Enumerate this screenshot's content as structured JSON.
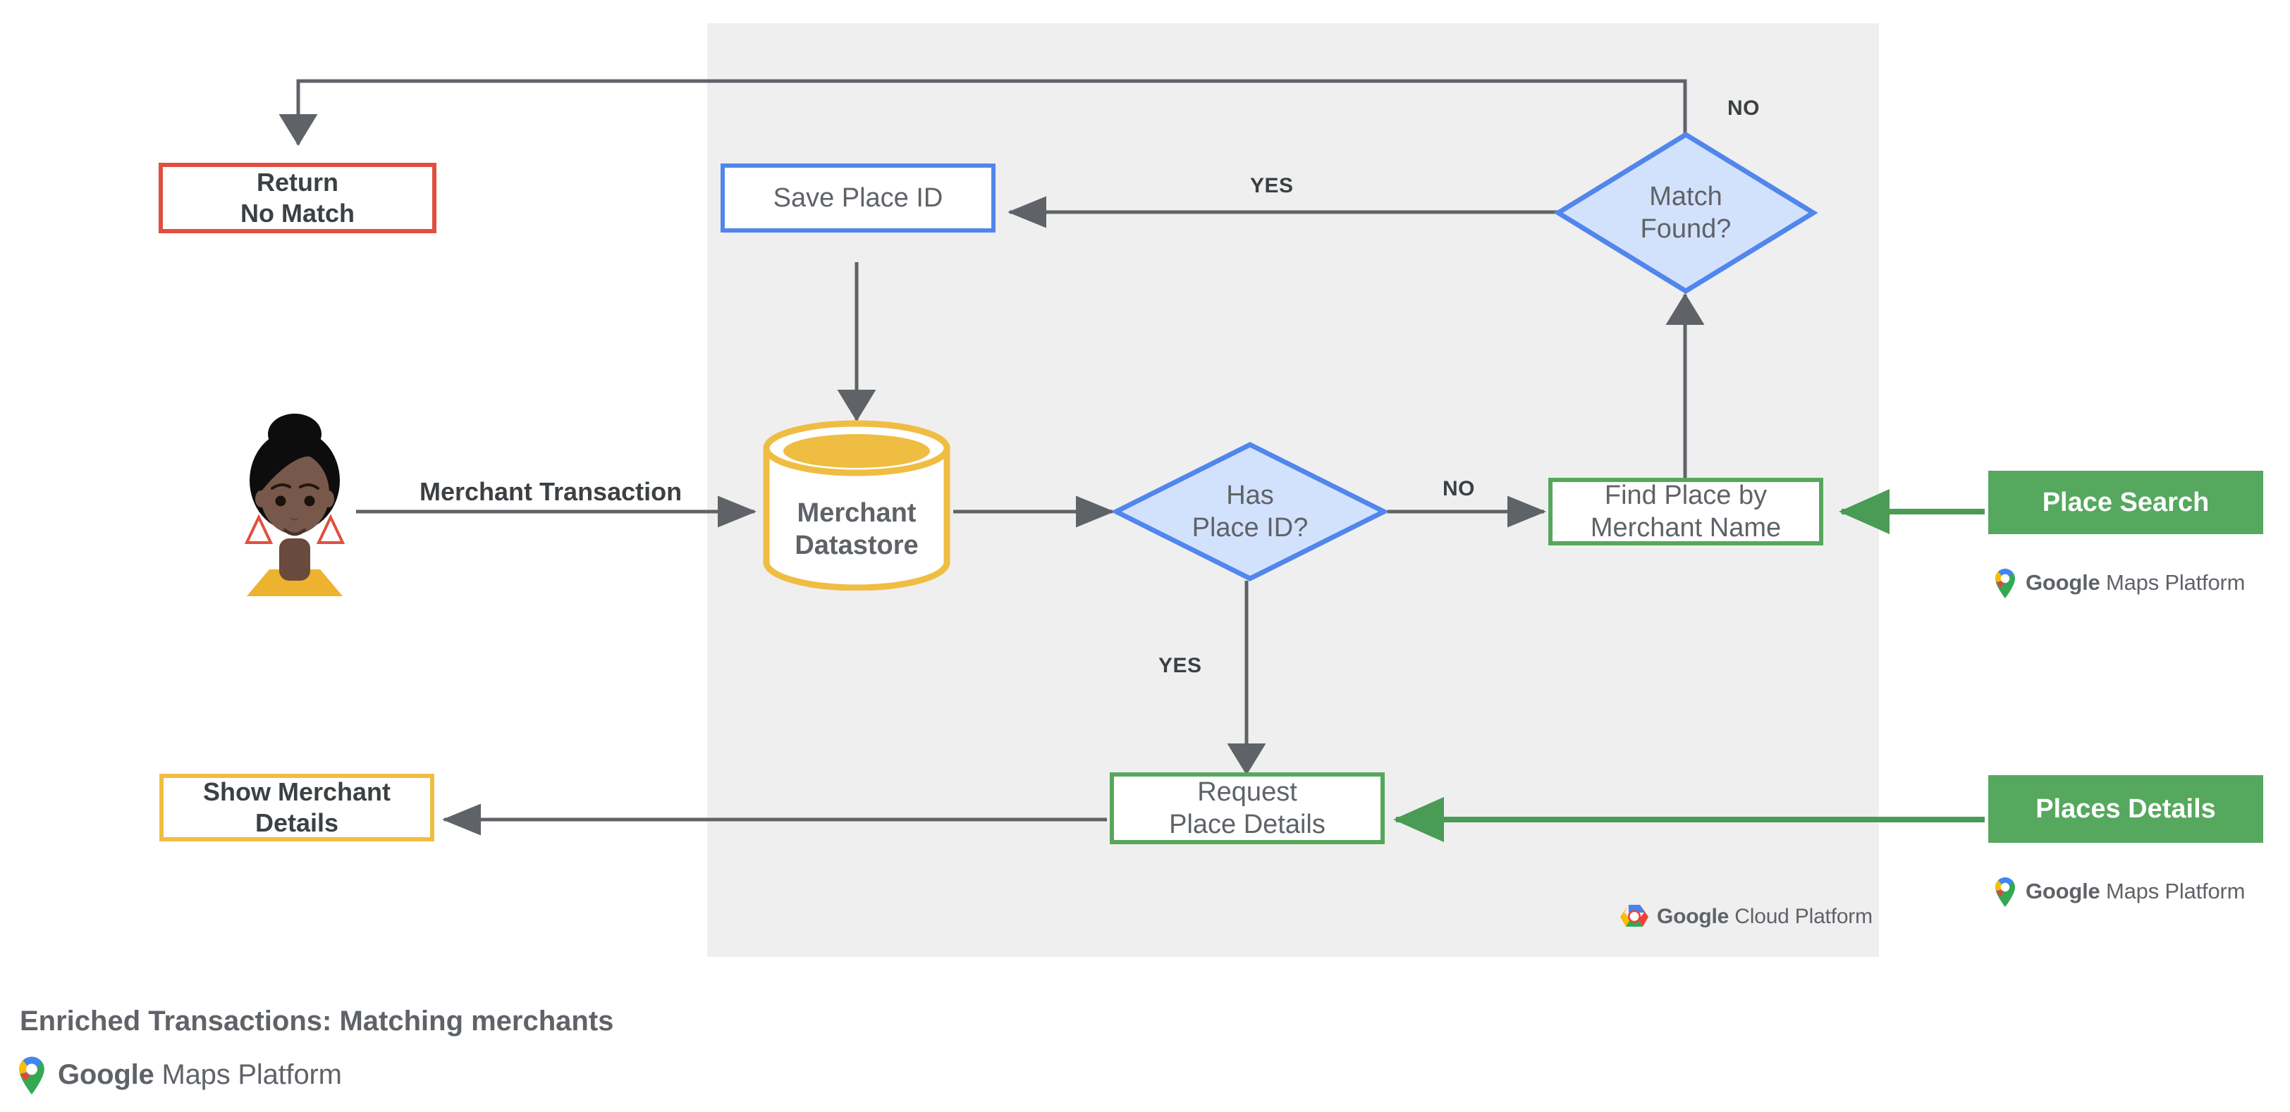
{
  "diagram": {
    "caption": "Enriched Transactions: Matching merchants",
    "panel_name": "Google Cloud Platform",
    "colors": {
      "panel_bg": "#efefef",
      "red": "#e0503f",
      "blue": "#5186ec",
      "blue_fill": "#d3e2fc",
      "yellow": "#efbd42",
      "green": "#57a75b",
      "green_solid": "#55a85d",
      "arrow": "#5f6368",
      "text": "#3c4043"
    }
  },
  "actor": {
    "name": "merchant-customer-avatar",
    "flow_label": "Merchant Transaction"
  },
  "nodes": {
    "return_no_match": {
      "label": "Return\nNo Match",
      "style": "red-outline"
    },
    "save_place_id": {
      "label": "Save Place ID",
      "style": "blue-outline"
    },
    "match_found": {
      "label": "Match\nFound?",
      "style": "blue-diamond"
    },
    "merchant_datastore": {
      "label": "Merchant\nDatastore",
      "style": "yellow-cylinder"
    },
    "has_place_id": {
      "label": "Has\nPlace ID?",
      "style": "blue-diamond"
    },
    "find_place_by_merchant_name": {
      "label": "Find Place by\nMerchant Name",
      "style": "green-outline"
    },
    "place_search": {
      "label": "Place Search",
      "style": "green-solid"
    },
    "request_place_details": {
      "label": "Request\nPlace Details",
      "style": "green-outline"
    },
    "places_details": {
      "label": "Places Details",
      "style": "green-solid"
    },
    "show_merchant_details": {
      "label": "Show Merchant\nDetails",
      "style": "yellow-outline"
    }
  },
  "edge_labels": {
    "match_found_no": "NO",
    "match_found_yes": "YES",
    "has_place_id_no": "NO",
    "has_place_id_yes": "YES"
  },
  "logos": {
    "maps_google": "Google",
    "maps_rest": " Maps Platform",
    "cloud_google": "Google",
    "cloud_rest": " Cloud Platform",
    "caption_google": "Google",
    "caption_rest": " Maps Platform"
  }
}
